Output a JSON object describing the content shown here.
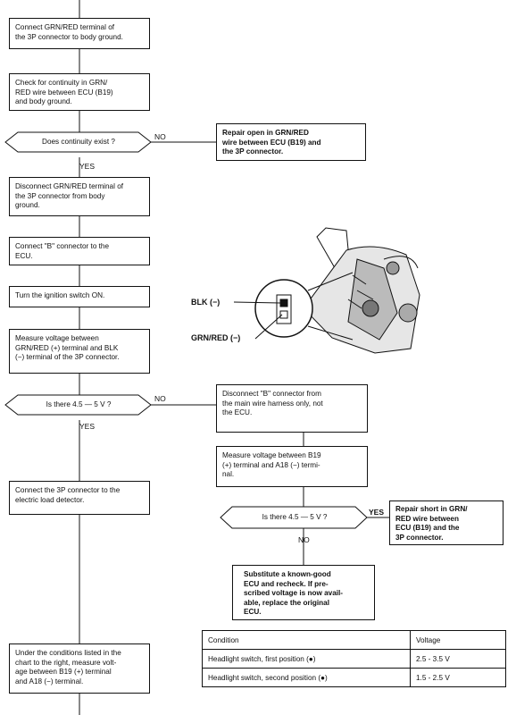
{
  "steps": {
    "s1": "Connect GRN/RED terminal of\nthe 3P connector to body ground.",
    "s2": "Check for continuity in GRN/\nRED wire between ECU (B19)\nand body ground.",
    "s3": "Disconnect GRN/RED terminal of\nthe 3P connector from body\nground.",
    "s4": "Connect \"B\" connector to the\nECU.",
    "s5": "Turn the ignition switch ON.",
    "s6": "Measure voltage between\nGRN/RED (+) terminal and BLK\n(−) terminal of the 3P connector.",
    "s7": "Connect the 3P connector to the\nelectric load detector.",
    "s8": "Under the conditions listed in the\nchart to the right, measure volt-\nage between B19 (+) terminal\nand A18 (−) terminal.",
    "r1": "Repair open in GRN/RED\nwire between ECU (B19) and\nthe 3P connector.",
    "r2": "Disconnect \"B\" connector from\nthe main wire harness only, not\nthe ECU.",
    "r3": "Measure voltage between B19\n(+) terminal and A18 (−) termi-\nnal.",
    "r4": "Repair short in GRN/\nRED wire between\nECU (B19) and the\n3P connector.",
    "r5": "Substitute a known-good\nECU and recheck. If pre-\nscribed voltage is now avail-\nable, replace the original\nECU."
  },
  "decisions": {
    "d1": "Does continuity exist ?",
    "d2": "Is there 4.5 — 5 V ?",
    "d3": "Is there 4.5 — 5 V ?"
  },
  "labels": {
    "no": "NO",
    "yes": "YES"
  },
  "figure": {
    "blk": "BLK (−)",
    "grnred": "GRN/RED (−)"
  },
  "table": {
    "headers": [
      "Condition",
      "Voltage"
    ],
    "rows": [
      [
        "Headlight switch, first position (●)",
        "2.5 - 3.5 V"
      ],
      [
        "Headlight switch, second position (●)",
        "1.5 - 2.5 V"
      ]
    ]
  }
}
